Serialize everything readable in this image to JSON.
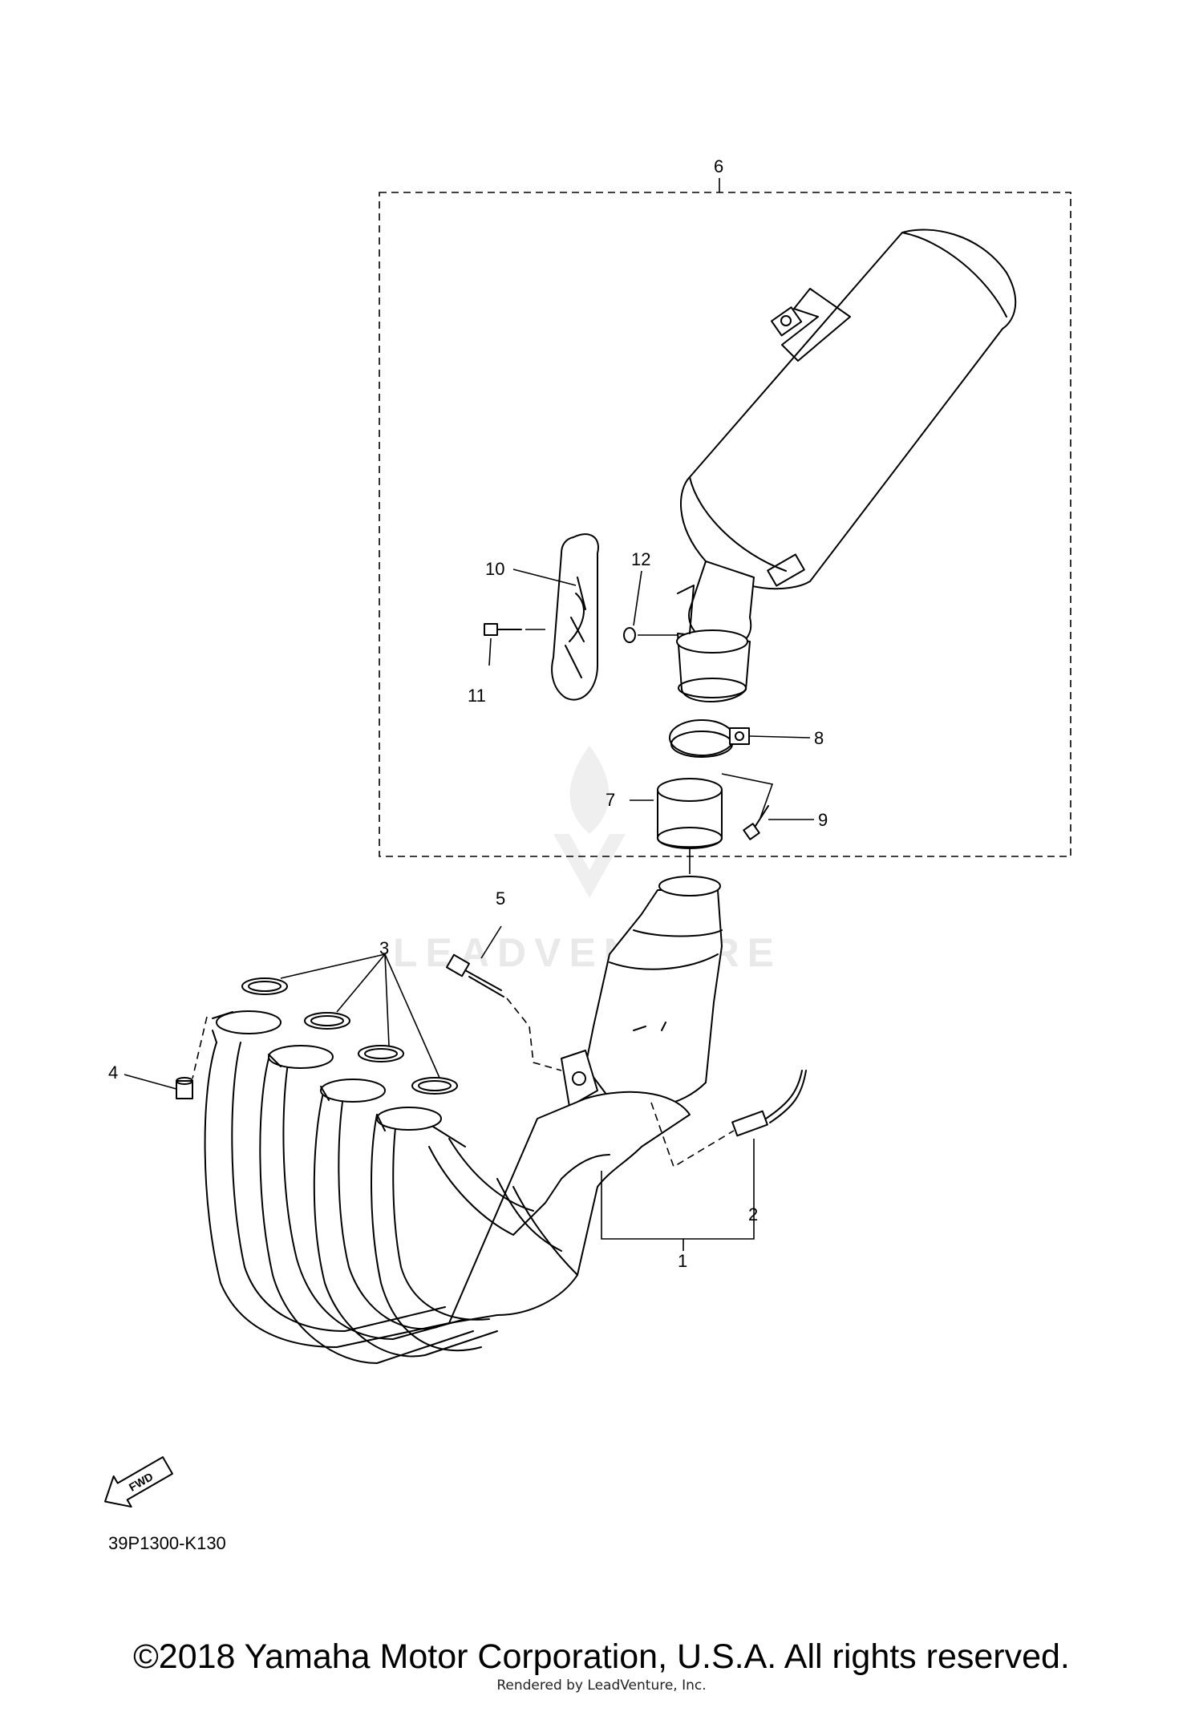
{
  "diagram": {
    "callouts": [
      "1",
      "2",
      "3",
      "4",
      "5",
      "6",
      "7",
      "8",
      "9",
      "10",
      "11",
      "12"
    ],
    "part_code": "39P1300-K130",
    "fwd_label": "FWD",
    "watermark": "LEADVENTURE"
  },
  "footer": {
    "copyright": "©2018 Yamaha Motor Corporation, U.S.A. All rights reserved.",
    "rendered_by": "Rendered by LeadVenture, Inc."
  }
}
